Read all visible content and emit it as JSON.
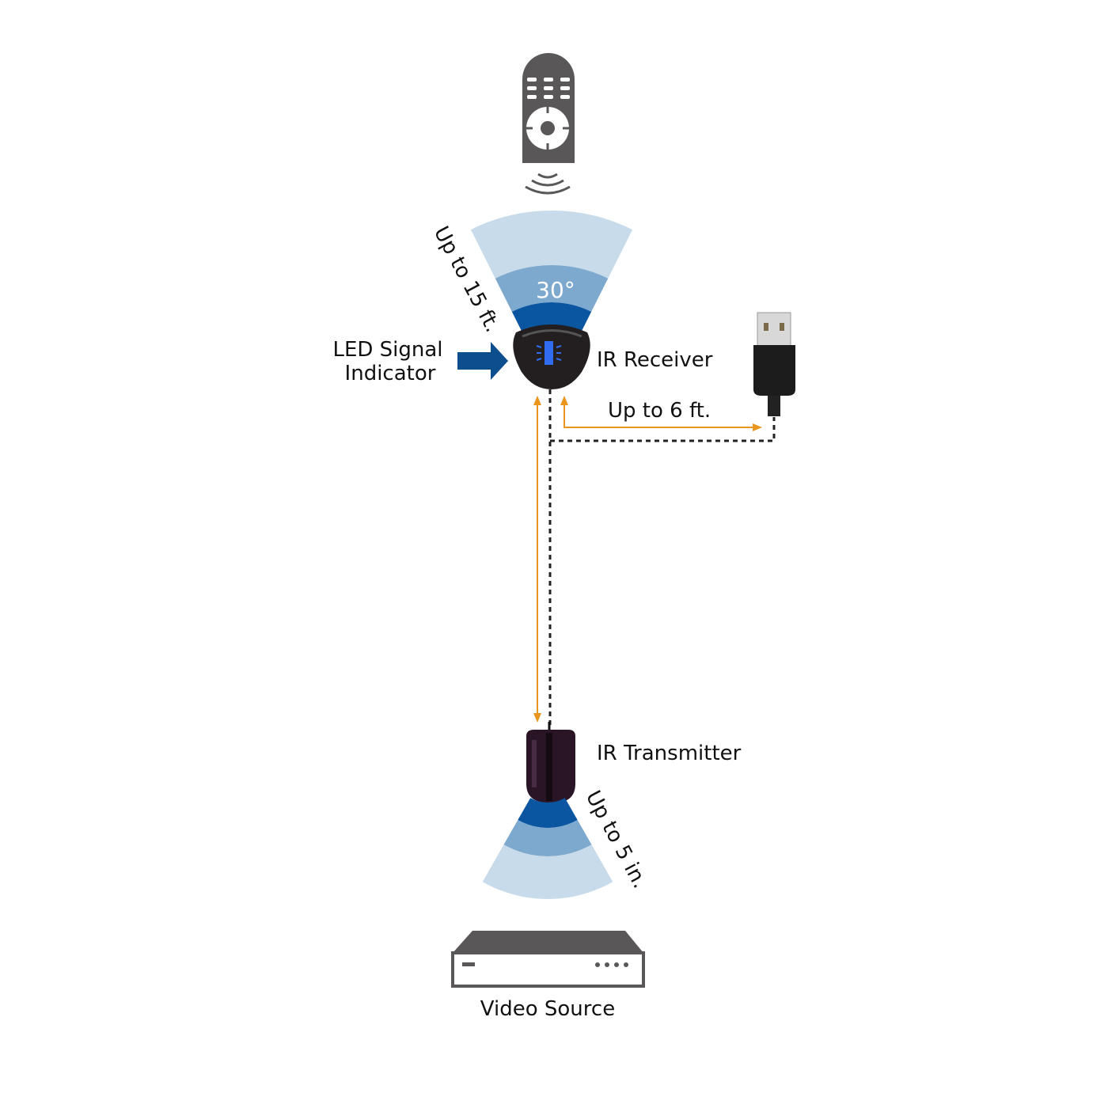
{
  "labels": {
    "receiver_range": "Up to 15 ft.",
    "angle": "30°",
    "led_line1": "LED Signal",
    "led_line2": "Indicator",
    "ir_receiver": "IR Receiver",
    "usb_range": "Up to 6 ft.",
    "ir_transmitter": "IR Transmitter",
    "transmitter_range": "Up to 5 in.",
    "video_source": "Video Source"
  },
  "colors": {
    "beam_light": "#c8dbea",
    "beam_mid": "#7ea9cf",
    "beam_dark": "#0b56a0",
    "arrow": "#0d4e8e",
    "dimension": "#e8961e",
    "device_gray": "#5a5758",
    "led_blue": "#2f6cf0"
  }
}
